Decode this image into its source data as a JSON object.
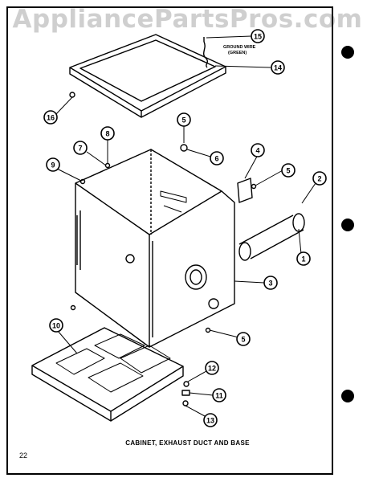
{
  "watermark": "AppliancePartsPros.com",
  "caption": "CABINET, EXHAUST DUCT AND BASE",
  "page_number": "22",
  "ground_wire_label": "GROUND WIRE",
  "ground_wire_color": "(GREEN)",
  "callouts": [
    "15",
    "14",
    "16",
    "5",
    "6",
    "8",
    "7",
    "9",
    "4",
    "5",
    "2",
    "1",
    "3",
    "5",
    "10",
    "12",
    "11",
    "13"
  ]
}
